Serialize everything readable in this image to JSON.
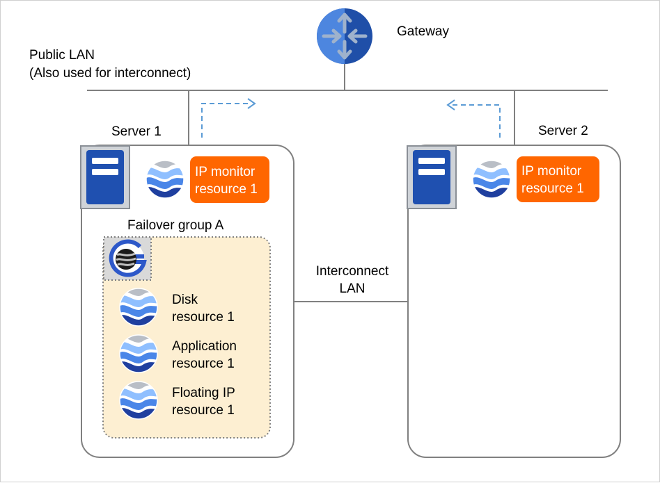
{
  "gateway": {
    "label": "Gateway",
    "icon": "router-icon"
  },
  "public_lan": {
    "line1": "Public LAN",
    "line2": "(Also used for interconnect)"
  },
  "interconnect_lan": {
    "line1": "Interconnect",
    "line2": "LAN"
  },
  "server1": {
    "label": "Server 1",
    "monitor": {
      "line1": "IP monitor",
      "line2": "resource 1"
    },
    "failover_group": {
      "label": "Failover group A",
      "resources": [
        {
          "line1": "Disk",
          "line2": "resource 1"
        },
        {
          "line1": "Application",
          "line2": "resource 1"
        },
        {
          "line1": "Floating IP",
          "line2": "resource 1"
        }
      ]
    }
  },
  "server2": {
    "label": "Server 2",
    "monitor": {
      "line1": "IP monitor",
      "line2": "resource 1"
    }
  },
  "colors": {
    "monitor_badge": "#ff6600",
    "group_fill": "#fdefd2",
    "server_blue": "#1f50b0",
    "arrow_blue": "#5b9bd5",
    "line_gray": "#808080"
  }
}
